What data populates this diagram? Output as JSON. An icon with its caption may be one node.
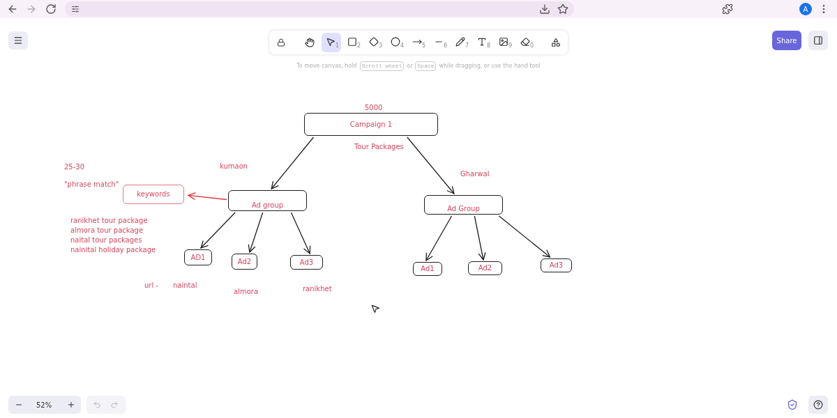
{
  "diagram": {
    "nodes": [
      {
        "text": [
          "Campaign 1"
        ],
        "beside": [
          "5000"
        ]
      },
      {
        "text": [
          "Ad group"
        ]
      },
      {
        "text": [
          "keywords"
        ]
      },
      {
        "text": [
          "AD1"
        ]
      },
      {
        "text": [
          "Ad2"
        ]
      },
      {
        "text": [
          "Ad3"
        ]
      },
      {
        "text": [
          "Ad Group"
        ]
      },
      {
        "text": [
          "Ad1"
        ]
      },
      {
        "text": [
          "Ad2"
        ]
      },
      {
        "text": [
          "Ad3"
        ]
      }
    ],
    "edges": [
      {
        "from": 0,
        "to": 1,
        "arrow": "to"
      },
      {
        "from": 0,
        "to": 6,
        "arrow": "to"
      },
      {
        "from": 1,
        "to": 2,
        "arrow": "to",
        "color": "#e03131"
      },
      {
        "from": 1,
        "to": 3,
        "arrow": "to"
      },
      {
        "from": 1,
        "to": 4,
        "arrow": "to"
      },
      {
        "from": 1,
        "to": 5,
        "arrow": "to"
      },
      {
        "from": 6,
        "to": 7,
        "arrow": "to"
      },
      {
        "from": 6,
        "to": 8,
        "arrow": "to"
      },
      {
        "from": 6,
        "to": 9,
        "arrow": "to"
      }
    ],
    "labels": [
      "A",
      "1",
      "2",
      "3",
      "4",
      "5",
      "6",
      "7",
      "8",
      "9",
      "0",
      "Share",
      "To move canvas, hold",
      "Scroll wheel",
      "or",
      "Space",
      "while dragging, or use the hand tool",
      "Tour Packages",
      "25-30",
      "kumaon",
      "Gharwal",
      "\"phrase match\"",
      "ranikhet tour package",
      "almora tour package",
      "naital tour packages",
      "nainital holiday package",
      "url -",
      "naintal",
      "almora",
      "ranikhet",
      "52%"
    ]
  }
}
